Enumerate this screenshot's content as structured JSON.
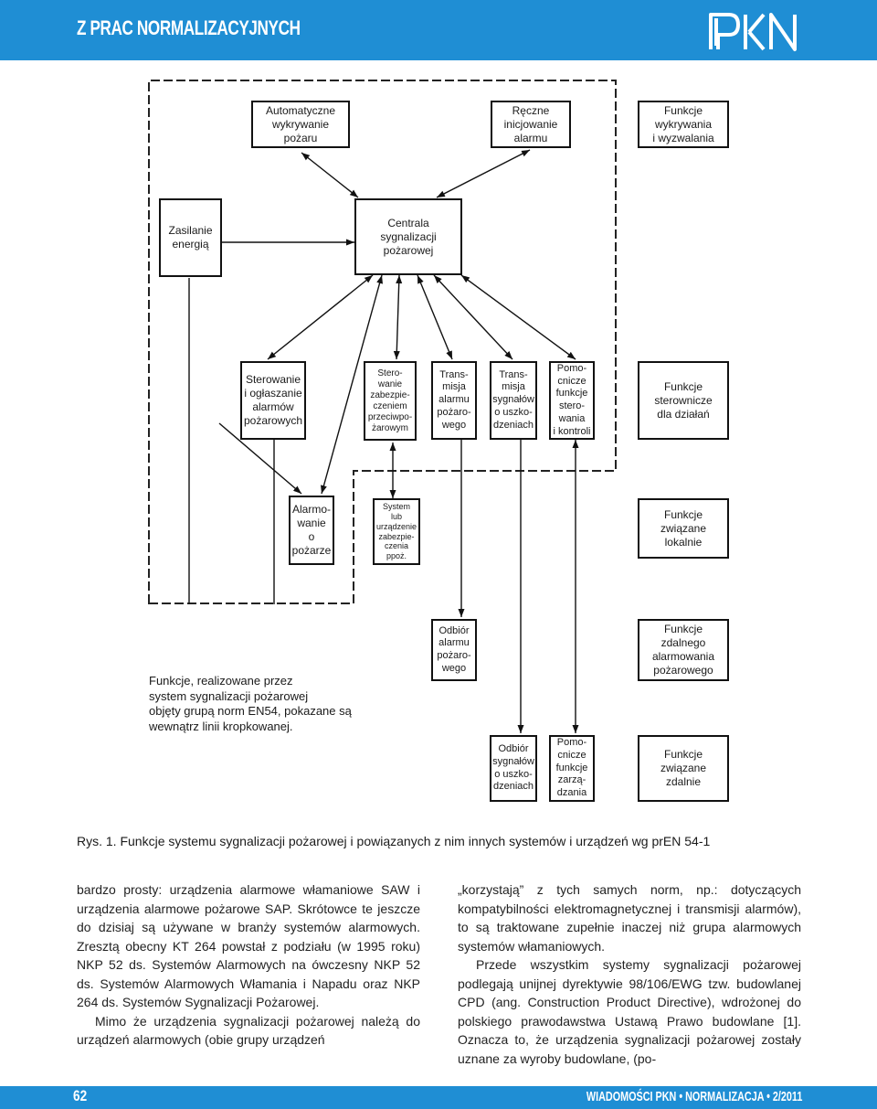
{
  "header": {
    "section_title": "Z PRAC NORMALIZACYJNYCH",
    "logo_text": "PKN"
  },
  "diagram": {
    "boxes": {
      "automatic_detection": "Automatyczne\nwykrywanie\npożaru",
      "manual_initiation": "Ręczne\ninicjowanie\nalarmu",
      "detection_functions": "Funkcje\nwykrywania\ni wyzwalania",
      "power_supply": "Zasilanie\nenergią",
      "control_panel": "Centrala\nsygnalizacji\npożarowej",
      "alarm_control": "Sterowanie\ni ogłaszanie\nalarmów\npożarowych",
      "protection_control": "Stero-\nwanie\nzabezpie-\nczeniem\nprzeciwpo-\nżarowym",
      "alarm_transmission": "Trans-\nmisja\nalarmu\npożaro-\nwego",
      "fault_transmission": "Trans-\nmisja\nsygnałów\no uszko-\ndzeniach",
      "auxiliary_control": "Pomo-\ncnicze\nfunkcje\nstero-\nwania\ni kontroli",
      "control_functions": "Funkcje\nsterownicze\ndla działań",
      "fire_alarm": "Alarmo-\nwanie\no\npożarze",
      "protection_system": "System\nlub\nurządzenie\nzabezpie-\nczenia\nppoż.",
      "local_functions": "Funkcje\nzwiązane\nlokalnie",
      "alarm_receiving": "Odbiór\nalarmu\npożaro-\nwego",
      "remote_alarm_functions": "Funkcje\nzdalnego\nalarmowania\npożarowego",
      "fault_receiving": "Odbiór\nsygnałów\no uszko-\ndzeniach",
      "auxiliary_management": "Pomo-\ncnicze\nfunkcje\nzarzą-\ndzania",
      "remote_functions": "Funkcje\nzwiązane\nzdalnie"
    },
    "note": "Funkcje, realizowane przez\nsystem sygnalizacji pożarowej\nobjęty grupą norm EN54, pokazane są\nwewnątrz linii kropkowanej."
  },
  "caption": "Rys. 1. Funkcje systemu sygnalizacji pożarowej i powiązanych z nim innych systemów i urządzeń wg prEN 54-1",
  "body": {
    "left_p1": "bardzo prosty: urządzenia alarmowe włamaniowe SAW i urządzenia alarmowe pożarowe SAP. Skrótowce te jeszcze do dzisiaj są używane w branży systemów alarmowych. Zresztą obecny KT 264 powstał z podziału (w 1995 roku) NKP 52 ds. Systemów Alarmowych na ówczesny NKP 52 ds. Systemów Alarmowych Włamania i Napadu oraz NKP 264 ds. Systemów Sygnalizacji Pożarowej.",
    "left_p2": "Mimo że urządzenia sygnalizacji pożarowej należą do urządzeń alarmowych (obie grupy urządzeń",
    "right_p1": "„korzystają” z tych samych norm, np.: dotyczących kompatybilności elektromagnetycznej i transmisji alarmów), to są traktowane zupełnie inaczej niż grupa alarmowych systemów włamaniowych.",
    "right_p2": "Przede wszystkim systemy sygnalizacji pożarowej podlegają unijnej dyrektywie 98/106/EWG tzw. budowlanej CPD (ang. Construction Product Directive), wdrożonej do polskiego prawodawstwa Ustawą Prawo budowlane [1]. Oznacza to, że urządzenia sygnalizacji pożarowej zostały uznane za wyroby budowlane, (po-"
  },
  "footer": {
    "page_number": "62",
    "text": "WIADOMOŚCI PKN • NORMALIZACJA • 2/2011"
  }
}
